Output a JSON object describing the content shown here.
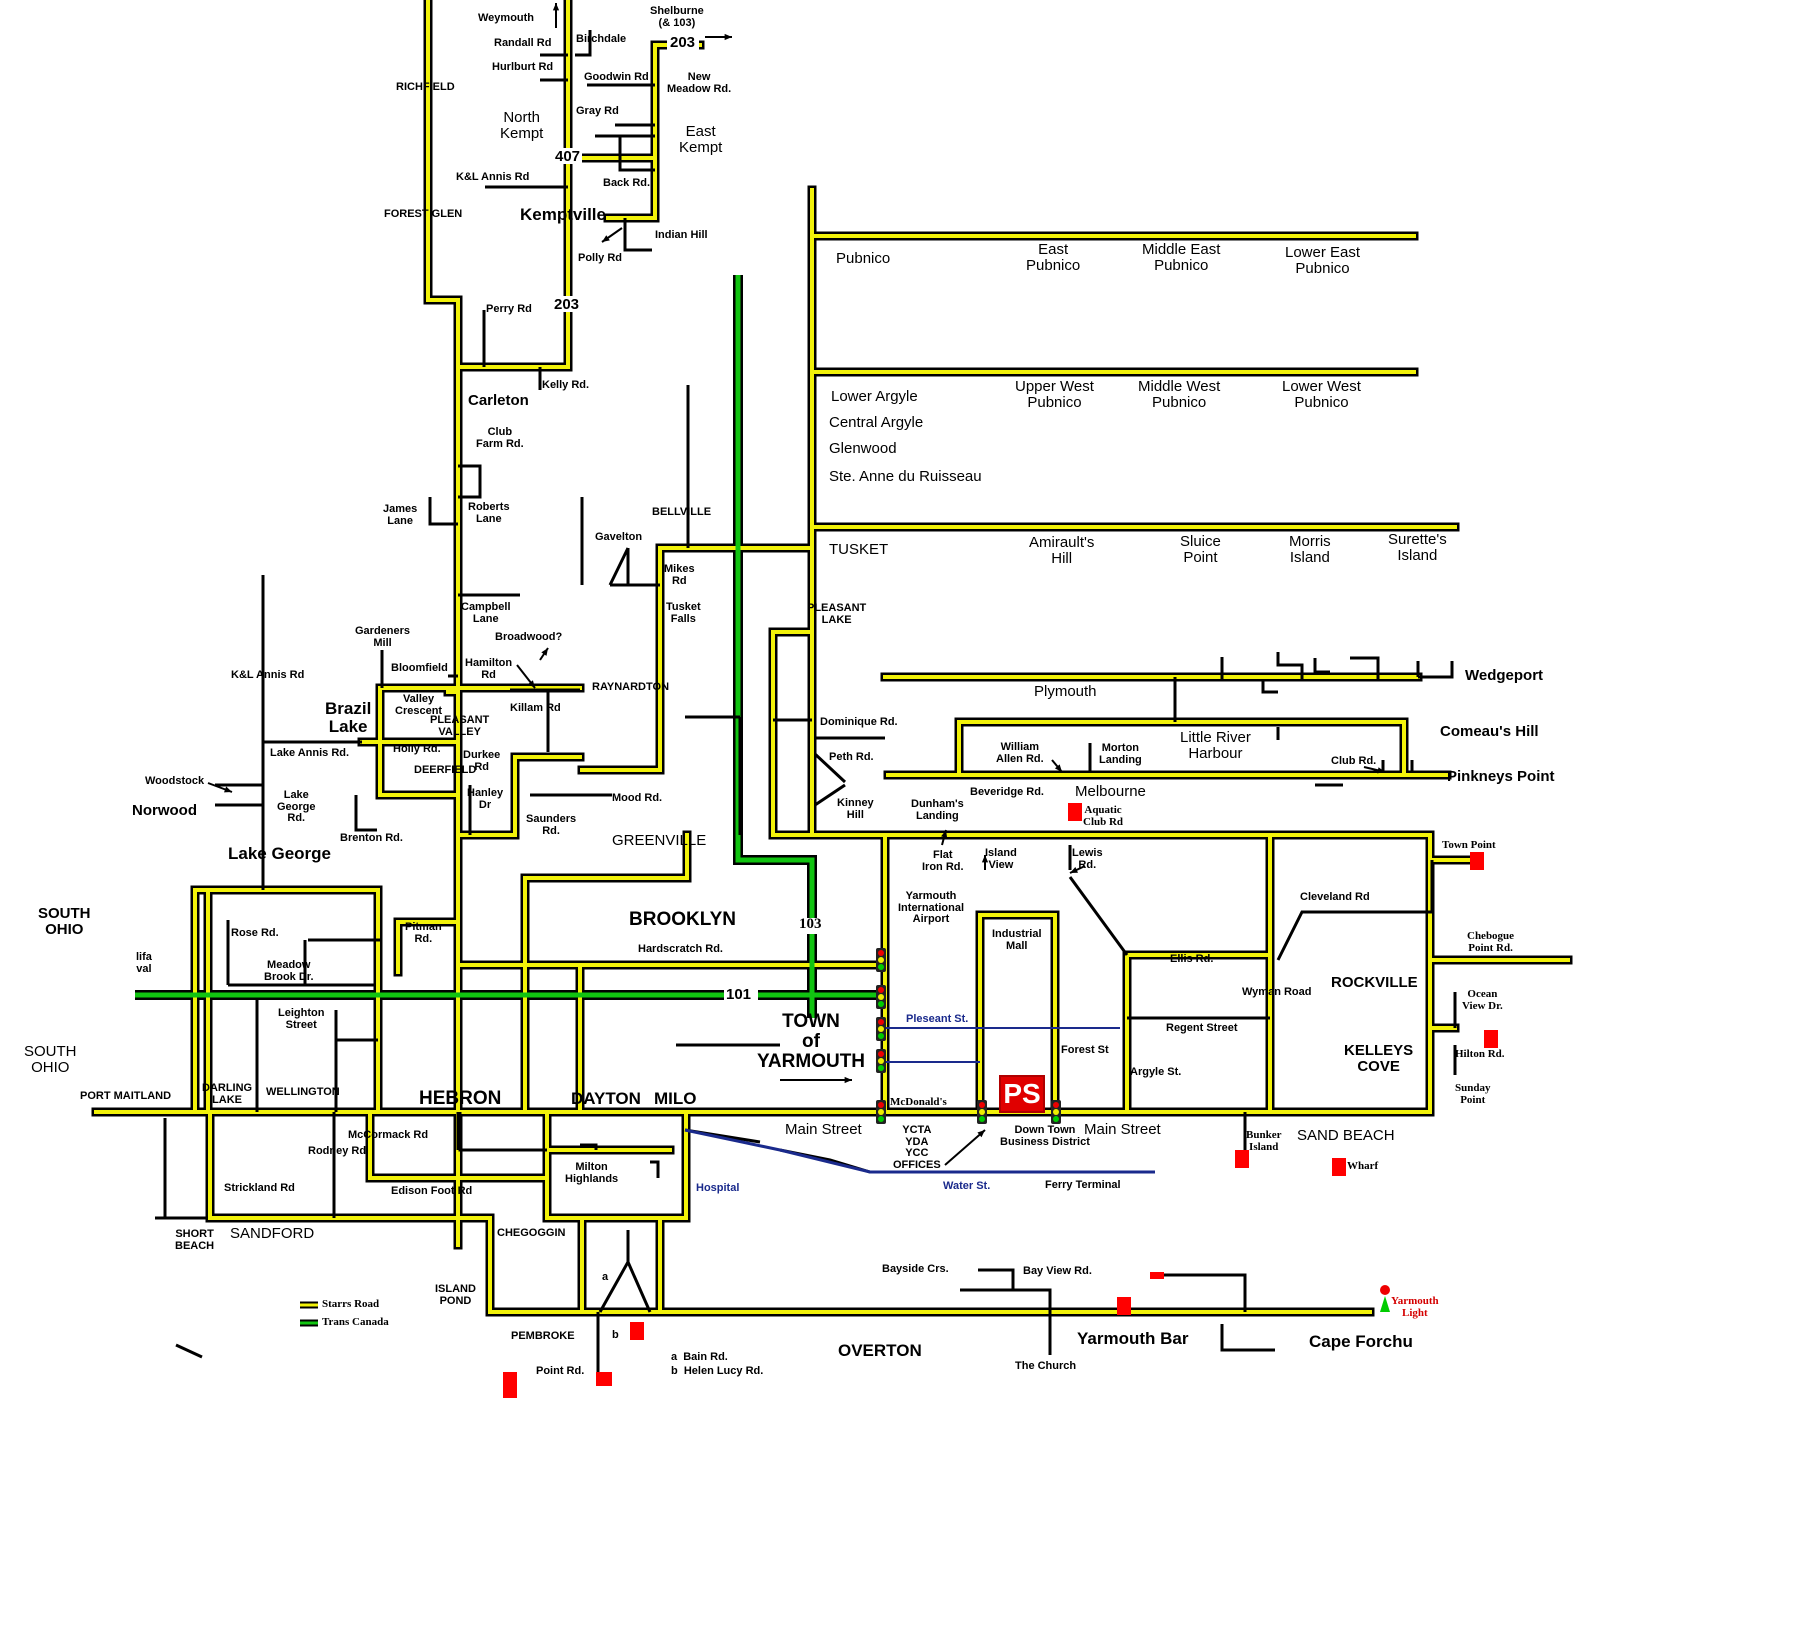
{
  "map": {
    "colors": {
      "starrs_road": "#f2f20a",
      "road_outline": "#000000",
      "trans_canada": "#11c411",
      "water_st": "#1a2a8c",
      "marker": "#ff0000"
    },
    "legend": [
      {
        "key": "starrs_road",
        "label": "Starrs Road"
      },
      {
        "key": "trans_canada",
        "label": "Trans Canada"
      }
    ],
    "highway_numbers": {
      "h407": "407",
      "h203a": "203",
      "h203b": "203",
      "h101": "101",
      "h103": "103"
    },
    "labels": {
      "weymouth": "Weymouth",
      "shelburne": "Shelburne\n(& 103)",
      "birchdale": "Birchdale",
      "randall": "Randall Rd",
      "hurlburt": "Hurlburt Rd",
      "goodwin": "Goodwin Rd",
      "new_meadow": "New\nMeadow Rd.",
      "richfield": "RICHFIELD",
      "north_kempt": "North\nKempt",
      "gray_rd": "Gray Rd",
      "east_kempt": "East\nKempt",
      "back_rd": "Back Rd.",
      "kl_annis_top": "K&L Annis Rd",
      "forest_glen": "FOREST GLEN",
      "kemptville": "Kemptville",
      "indian_hill": "Indian Hill",
      "polly": "Polly Rd",
      "perry": "Perry Rd",
      "kelly": "Kelly Rd.",
      "carleton": "Carleton",
      "club_farm": "Club\nFarm Rd.",
      "james_lane": "James\nLane",
      "roberts_lane": "Roberts\nLane",
      "bellville": "BELLVILLE",
      "gavelton": "Gavelton",
      "mikes_rd": "Mikes\nRd",
      "tusket_falls": "Tusket\nFalls",
      "pleasant_lake": "PLEASANT\nLAKE",
      "campbell_lane": "Campbell\nLane",
      "broadwood": "Broadwood?",
      "gardeners_mill": "Gardeners\nMill",
      "bloomfield": "Bloomfield",
      "hamilton_rd": "Hamilton\nRd",
      "raynardton": "RAYNARDTON",
      "kl_annis_left": "K&L Annis Rd",
      "brazil_lake": "Brazil\nLake",
      "valley_crescent": "Valley\nCrescent",
      "pleasant_valley": "PLEASANT\nVALLEY",
      "killam": "Killam Rd",
      "lake_annis": "Lake Annis Rd.",
      "holly": "Holly Rd.",
      "durkee": "Durkee\nRd",
      "deerfield": "DEERFIELD",
      "woodstock": "Woodstock",
      "norwood": "Norwood",
      "lake_george_rd": "Lake\nGeorge\nRd.",
      "hanley": "Hanley\nDr",
      "mood": "Mood Rd.",
      "saunders": "Saunders\nRd.",
      "lake_george": "Lake George",
      "brenton": "Brenton Rd.",
      "greenville": "GREENVILLE",
      "south_ohio_top": "SOUTH\nOHIO",
      "rose": "Rose Rd.",
      "pitman": "Pitman\nRd.",
      "brooklyn": "BROOKLYN",
      "hardscratch": "Hardscratch Rd.",
      "meadow_brook": "Meadow\nBrook Dr.",
      "lifa": "lifa\nval",
      "leighton": "Leighton\nStreet",
      "south_ohio": "SOUTH\nOHIO",
      "town_yarmouth": "TOWN\nof\nYARMOUTH",
      "darling_lake": "DARLING\nLAKE",
      "wellington": "WELLINGTON",
      "port_maitland": "PORT MAITLAND",
      "hebron": "HEBRON",
      "dayton": "DAYTON",
      "milo": "MILO",
      "mccormack": "McCormack Rd",
      "rodney": "Rodney Rd",
      "main_street_1": "Main Street",
      "milton_highlands": "Milton\nHighlands",
      "hospital": "Hospital",
      "strickland": "Strickland Rd",
      "edison": "Edison Foot Rd",
      "short_beach": "SHORT\nBEACH",
      "sandford": "SANDFORD",
      "chegoggin": "CHEGOGGIN",
      "island_pond": "ISLAND\nPOND",
      "pembroke": "PEMBROKE",
      "point_rd": "Point Rd.",
      "bain": "a  Bain Rd.",
      "helen_lucy": "b  Helen Lucy Rd.",
      "overton": "OVERTON",
      "pubnico": "Pubnico",
      "east_pubnico": "East\nPubnico",
      "middle_east_pubnico": "Middle East\nPubnico",
      "lower_east_pubnico": "Lower East\nPubnico",
      "lower_argyle": "Lower Argyle",
      "central_argyle": "Central Argyle",
      "glenwood": "Glenwood",
      "ste_anne": "Ste. Anne du Ruisseau",
      "upper_west_pubnico": "Upper West\nPubnico",
      "middle_west_pubnico": "Middle West\nPubnico",
      "lower_west_pubnico": "Lower West\nPubnico",
      "tusket": "TUSKET",
      "amiraults_hill": "Amirault's\nHill",
      "sluice_point": "Sluice\nPoint",
      "morris_island": "Morris\nIsland",
      "surettes_island": "Surette's\nIsland",
      "wedgeport": "Wedgeport",
      "plymouth": "Plymouth",
      "dominique": "Dominique Rd.",
      "comeaus_hill": "Comeau's Hill",
      "little_river": "Little River\nHarbour",
      "william_allen": "William\nAllen Rd.",
      "morton_landing": "Morton\nLanding",
      "club_rd": "Club Rd.",
      "pinkneys_point": "Pinkneys Point",
      "peth": "Peth Rd.",
      "beveridge": "Beveridge Rd.",
      "melbourne": "Melbourne",
      "aquatic_club": "Aquatic\nClub Rd",
      "kinney_hill": "Kinney\nHill",
      "dunhams_landing": "Dunham's\nLanding",
      "flat_iron": "Flat\nIron Rd.",
      "island_view": "Island\nView",
      "lewis_rd": "Lewis\nRd.",
      "town_point": "Town Point",
      "yarmouth_airport": "Yarmouth\nInternational\nAirport",
      "industrial_mall": "Industrial\nMall",
      "cleveland": "Cleveland Rd",
      "chebogue": "Chebogue\nPoint Rd.",
      "ellis": "Ellis Rd.",
      "wyman": "Wyman Road",
      "rockville": "ROCKVILLE",
      "ocean_view": "Ocean\nView Dr.",
      "pleseant_st": "Pleseant St.",
      "regent": "Regent Street",
      "forest_st": "Forest St",
      "kelleys_cove": "KELLEYS\nCOVE",
      "hilton": "Hilton Rd.",
      "argyle_st": "Argyle St.",
      "mcdonalds": "McDonald's",
      "sunday_point": "Sunday\nPoint",
      "ycta": "YCTA\nYDA\nYCC\nOFFICES",
      "downtown": "Down Town\nBusiness District",
      "main_street_2": "Main Street",
      "bunker_island": "Bunker\nIsland",
      "sand_beach": "SAND BEACH",
      "wharf": "Wharf",
      "water_st": "Water St.",
      "ferry_terminal": "Ferry Terminal",
      "bayside": "Bayside Crs.",
      "bay_view": "Bay View Rd.",
      "yarmouth_bar": "Yarmouth Bar",
      "the_church": "The Church",
      "cape_forchu": "Cape Forchu",
      "yarmouth_light": "Yarmouth\nLight",
      "a_mark": "a",
      "b_mark": "b",
      "ps_logo": "PS"
    }
  }
}
